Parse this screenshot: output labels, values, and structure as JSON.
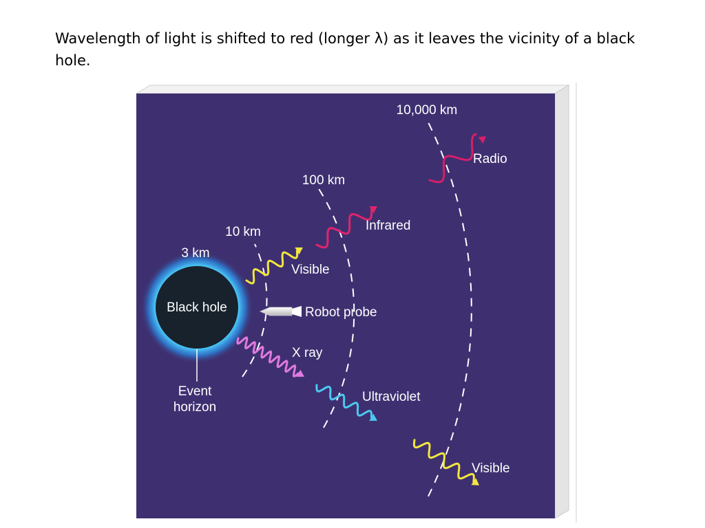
{
  "caption": {
    "text": "Wavelength of light is shifted to red (longer λ) as it leaves the vicinity of a black hole."
  },
  "diagram": {
    "background_color": "#3e3070",
    "black_hole": {
      "label": "Black hole",
      "radius_label": "3 km",
      "horizon_label_line1": "Event",
      "horizon_label_line2": "horizon"
    },
    "distances": {
      "d10": "10 km",
      "d100": "100 km",
      "d10000": "10,000 km"
    },
    "probe": {
      "label": "Robot probe"
    },
    "waves": {
      "xray": {
        "label": "X ray",
        "color": "#e07ae0"
      },
      "visible_near": {
        "label": "Visible",
        "color": "#f2e640"
      },
      "ultraviolet": {
        "label": "Ultraviolet",
        "color": "#4ec7f0"
      },
      "infrared": {
        "label": "Infrared",
        "color": "#e0246c"
      },
      "radio": {
        "label": "Radio",
        "color": "#d81e68"
      },
      "visible_far": {
        "label": "Visible",
        "color": "#f2e640"
      }
    }
  }
}
